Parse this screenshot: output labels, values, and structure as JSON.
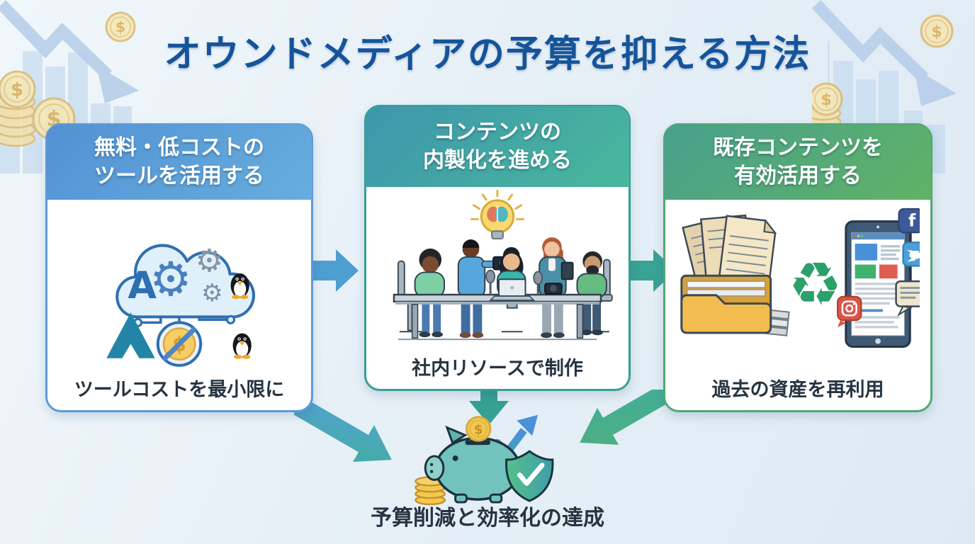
{
  "title": "オウンドメディアの予算を抑える方法",
  "cards": [
    {
      "header": "無料・低コストの\nツールを活用する",
      "caption": "ツールコストを最小限に",
      "illustration": "free-low-cost-tools"
    },
    {
      "header": "コンテンツの\n内製化を進める",
      "caption": "社内リソースで制作",
      "illustration": "in-house-team"
    },
    {
      "header": "既存コンテンツを\n有効活用する",
      "caption": "過去の資産を再利用",
      "illustration": "content-reuse"
    }
  ],
  "result_caption": "予算削減と効率化の達成",
  "icons": {
    "gear": "⚙",
    "recycle": "♻",
    "dollar": "$",
    "letter_a": "A",
    "facebook_f": "f"
  },
  "colors": {
    "title": "#15549a",
    "card1_header": "#5796d6",
    "card2_header": "#41a3a4",
    "card3_header": "#55a87b",
    "arrow_blue": "#4e9fd1",
    "arrow_teal": "#38a394",
    "coin_gold": "#f2c94e",
    "background": "#e7f0f7"
  }
}
